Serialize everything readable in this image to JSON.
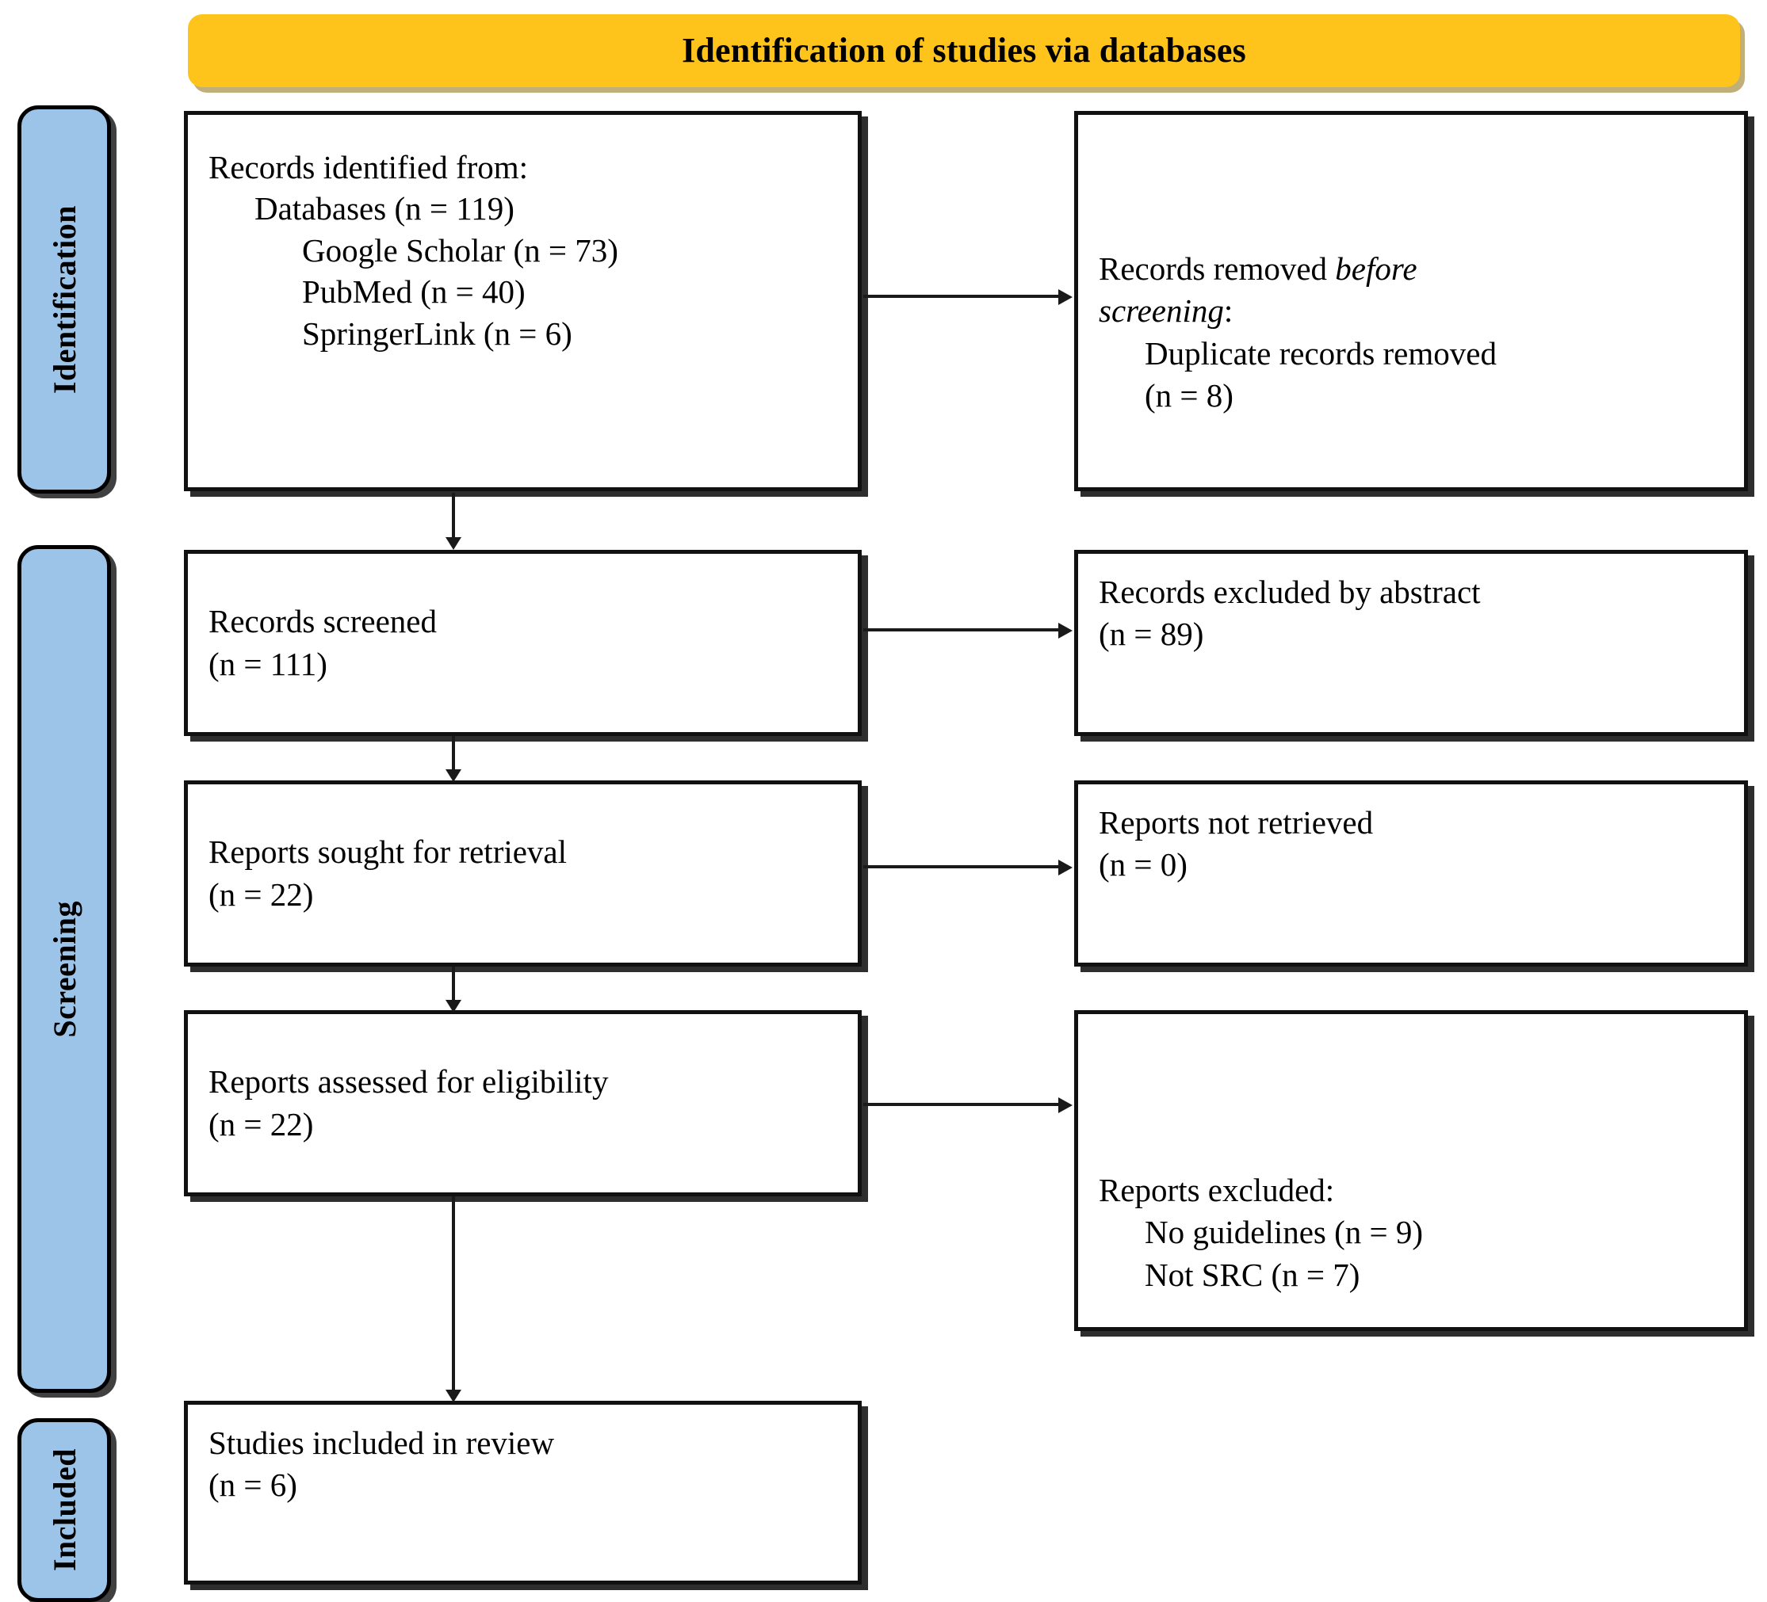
{
  "banner": {
    "title": "Identification of studies via databases"
  },
  "stages": [
    {
      "id": "identification",
      "label": "Identification"
    },
    {
      "id": "screening",
      "label": "Screening"
    },
    {
      "id": "included",
      "label": "Included"
    }
  ],
  "boxes": {
    "identified": {
      "line1": "Records identified from:",
      "line2": "Databases (n = 119)",
      "line3": "Google Scholar (n = 73)",
      "line4": "PubMed (n = 40)",
      "line5": "SpringerLink (n = 6)"
    },
    "removed": {
      "line1_plain": "Records removed ",
      "line1_italic": "before",
      "line2_italic": "screening",
      "line2_plain": ":",
      "line3": "Duplicate records removed",
      "line4": "(n = 8)"
    },
    "screened": {
      "line1": "Records screened",
      "line2": "(n = 111)"
    },
    "excluded_abstract": {
      "line1": "Records excluded by abstract",
      "line2": "(n = 89)"
    },
    "sought": {
      "line1": "Reports sought for retrieval",
      "line2": "(n = 22)"
    },
    "not_retrieved": {
      "line1": "Reports not retrieved",
      "line2": "(n = 0)"
    },
    "assessed": {
      "line1": "Reports assessed for eligibility",
      "line2": "(n = 22)"
    },
    "excluded_reports": {
      "line1": "Reports excluded:",
      "line2": "No guidelines (n = 9)",
      "line3": "Not SRC (n = 7)"
    },
    "included": {
      "line1": "Studies included in review",
      "line2": "(n = 6)"
    }
  },
  "colors": {
    "banner_fill": "#FEC41C",
    "stage_fill": "#9CC3E8",
    "box_border": "#111111",
    "connector": "#1A1A1A"
  },
  "counts": {
    "databases_total": 119,
    "google_scholar": 73,
    "pubmed": 40,
    "springerlink": 6,
    "duplicates_removed": 8,
    "records_screened": 111,
    "excluded_by_abstract": 89,
    "reports_sought": 22,
    "reports_not_retrieved": 0,
    "reports_assessed": 22,
    "excluded_no_guidelines": 9,
    "excluded_not_src": 7,
    "studies_included": 6
  }
}
